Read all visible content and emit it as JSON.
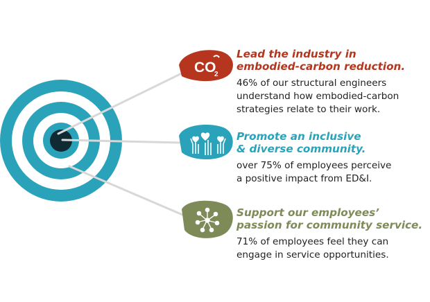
{
  "colors": {
    "target_teal": "#2aa3ba",
    "target_center": "#0f2a33",
    "goal_1": "#b5351e",
    "goal_2": "#2aa3ba",
    "goal_3": "#7e8a58",
    "dart_shaft": "#d8d8d8"
  },
  "goals": [
    {
      "icon": "co2-icon",
      "badge_text": "CO",
      "badge_sub": "2",
      "title_lines": [
        "Lead the industry in",
        "embodied-carbon reduction."
      ],
      "body_lines": [
        "46% of our structural engineers",
        "understand how embodied-carbon",
        "strategies relate to their work."
      ]
    },
    {
      "icon": "raised-hands-hearts-icon",
      "title_lines": [
        "Promote an inclusive",
        "& diverse community."
      ],
      "body_lines": [
        "over 75% of employees perceive",
        "a positive impact from ED&I."
      ]
    },
    {
      "icon": "community-circle-icon",
      "title_lines": [
        "Support our employees’",
        "passion for community service."
      ],
      "body_lines": [
        "71% of employees feel they can",
        "engage in service opportunities."
      ]
    }
  ]
}
